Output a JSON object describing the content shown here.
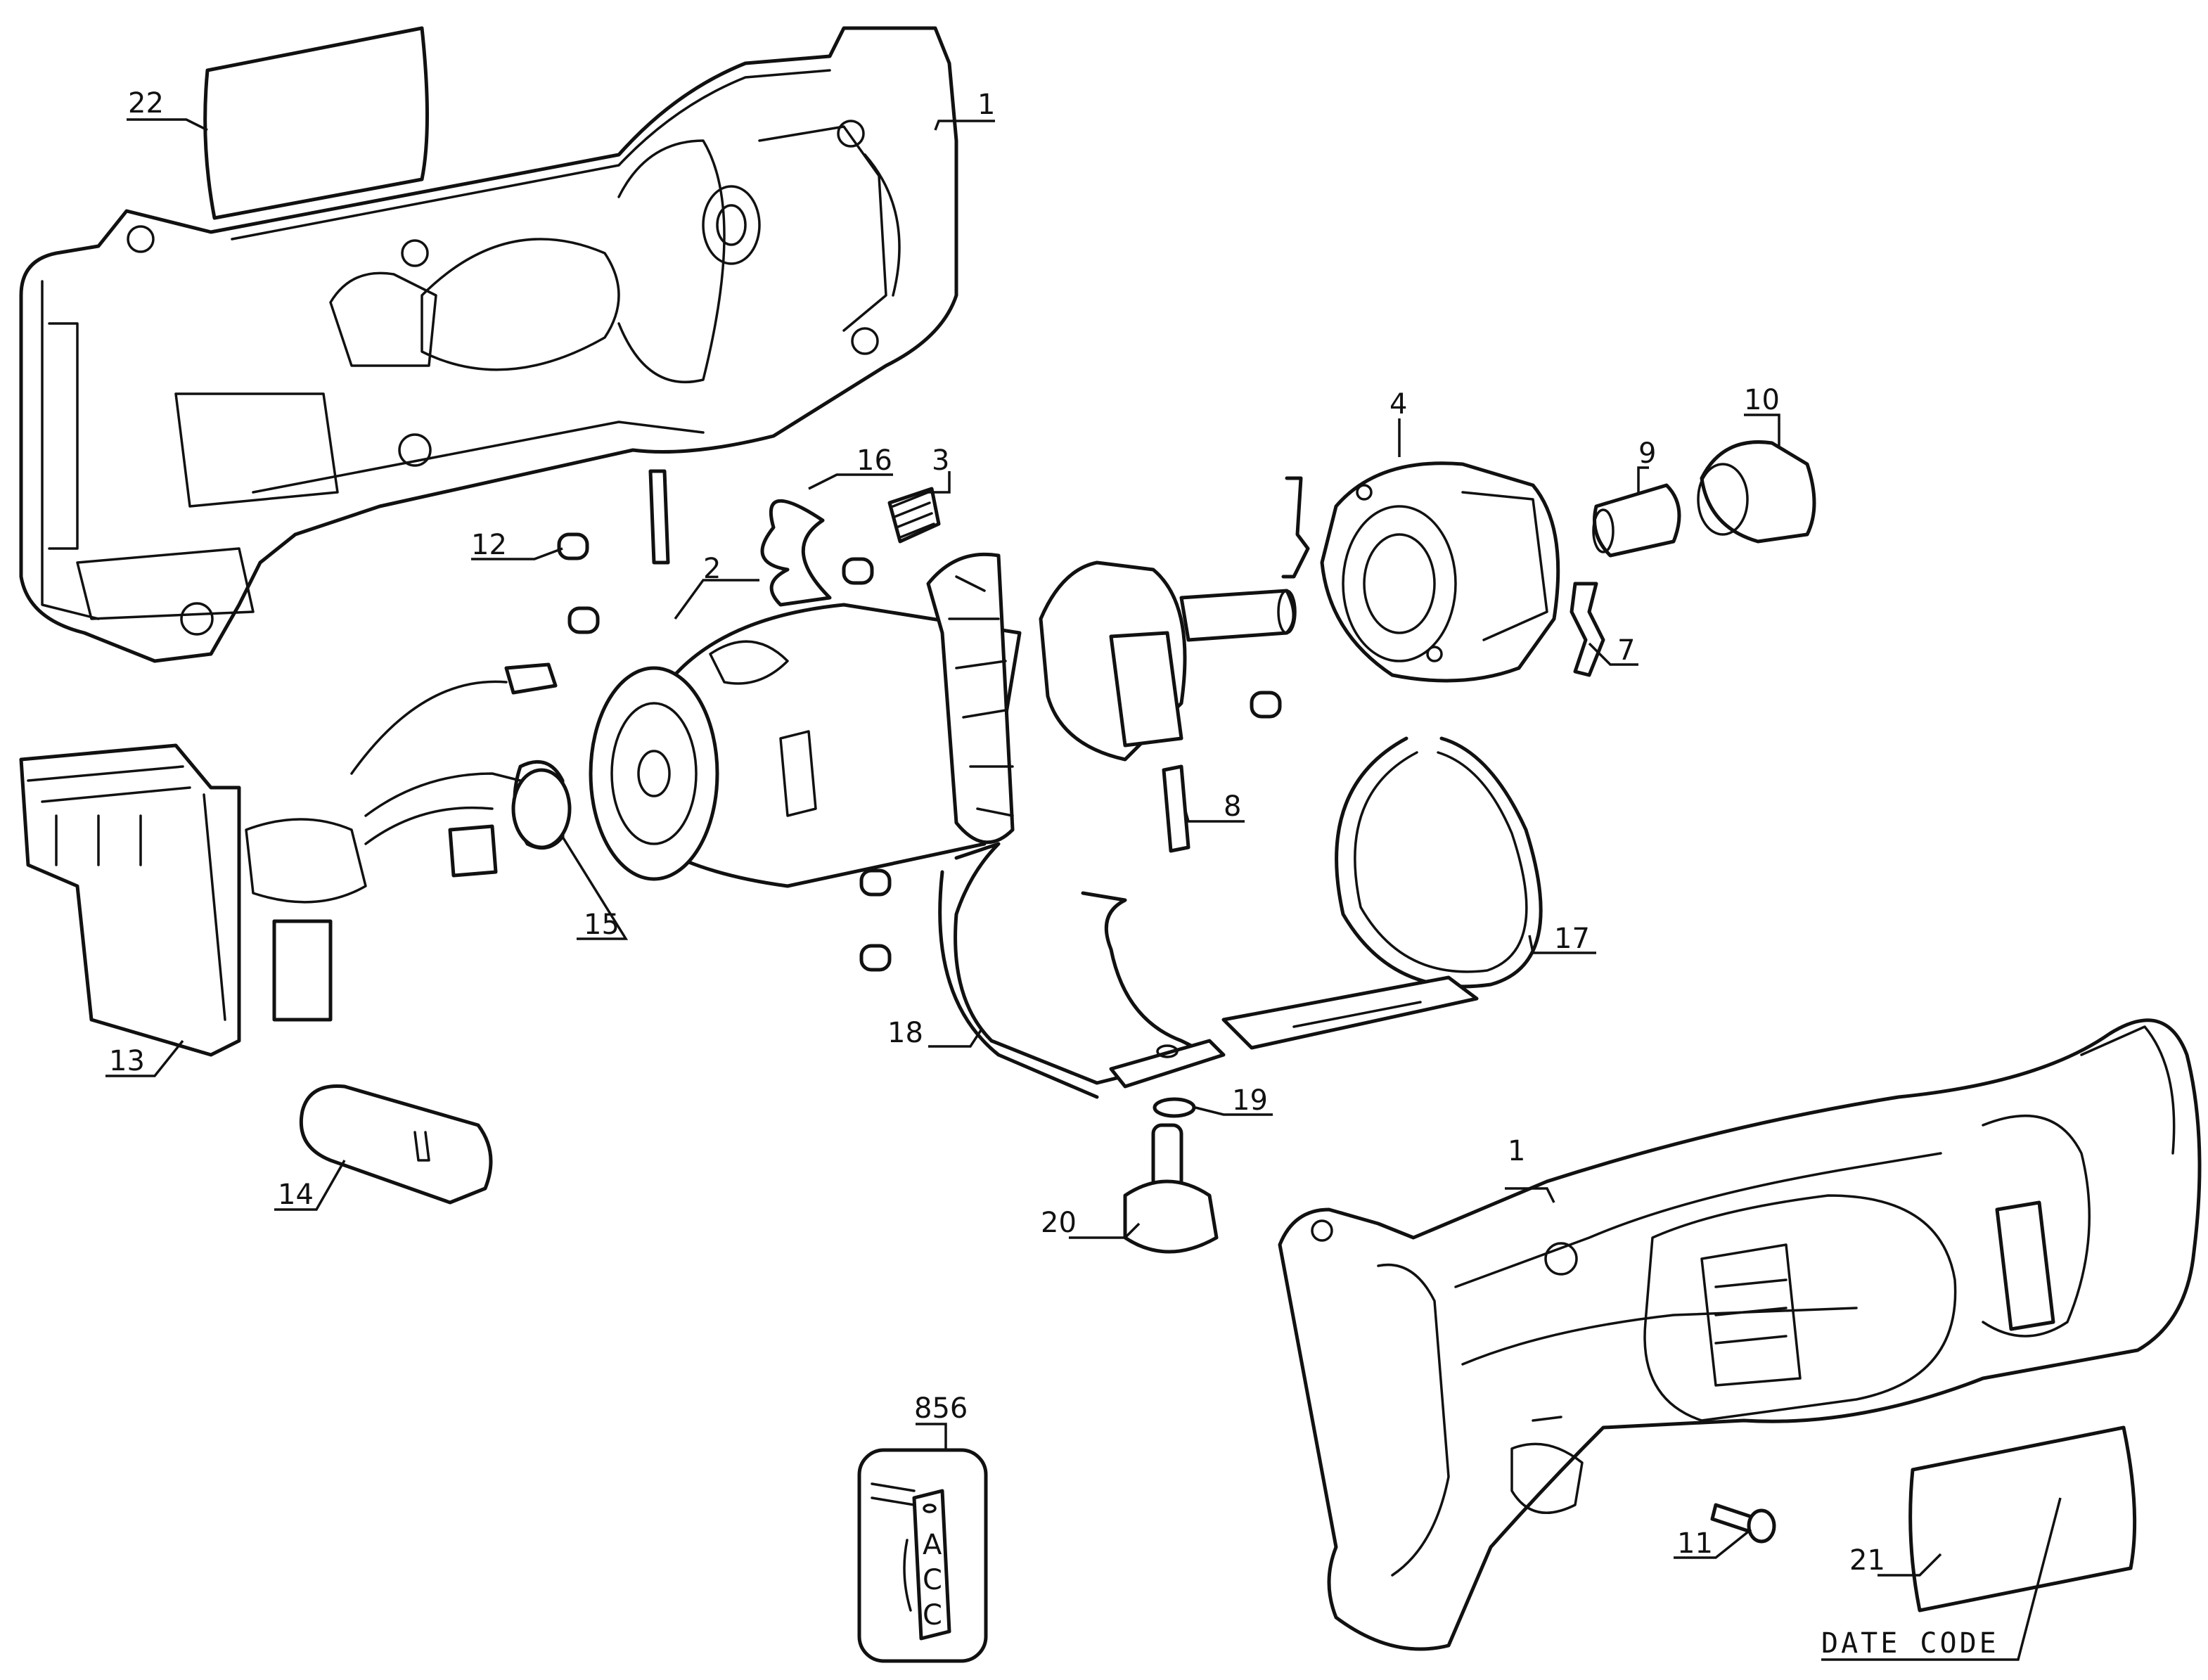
{
  "callouts": {
    "c1a": "1",
    "c1b": "1",
    "c2": "2",
    "c3": "3",
    "c4": "4",
    "c7": "7",
    "c8": "8",
    "c9": "9",
    "c10": "10",
    "c11": "11",
    "c12": "12",
    "c13": "13",
    "c14": "14",
    "c15": "15",
    "c16": "16",
    "c17": "17",
    "c18": "18",
    "c19": "19",
    "c20": "20",
    "c21": "21",
    "c22": "22",
    "c856": "856"
  },
  "date_code": "DATE CODE",
  "tag_letters": [
    "A",
    "C",
    "C"
  ]
}
